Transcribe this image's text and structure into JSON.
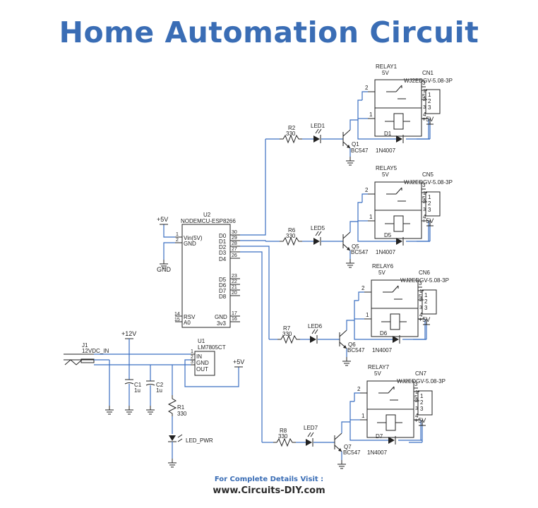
{
  "title": "Home Automation Circuit",
  "footer": {
    "line1": "For Complete Details Visit :",
    "line2": "www.Circuits-DIY.com"
  },
  "mcu": {
    "ref": "U2",
    "name": "NODEMCU-ESP8266",
    "left_pins": [
      {
        "num": "1",
        "label": "Vin(5V)"
      },
      {
        "num": "2",
        "label": "GND"
      },
      {
        "num": "14",
        "label": "RSV"
      },
      {
        "num": "15",
        "label": "A0"
      }
    ],
    "right_pins": [
      {
        "num": "30",
        "label": "D0"
      },
      {
        "num": "29",
        "label": "D1"
      },
      {
        "num": "28",
        "label": "D2"
      },
      {
        "num": "27",
        "label": "D3"
      },
      {
        "num": "26",
        "label": "D4"
      },
      {
        "num": "23",
        "label": "D5"
      },
      {
        "num": "22",
        "label": "D6"
      },
      {
        "num": "21",
        "label": "D7"
      },
      {
        "num": "20",
        "label": "D8"
      },
      {
        "num": "17",
        "label": "GND"
      },
      {
        "num": "16",
        "label": "3v3"
      }
    ],
    "supply": "+5V",
    "gnd": "GND"
  },
  "channels": [
    {
      "relay": "RELAY1",
      "relay_v": "5V",
      "cn": "CN1",
      "cn_part": "WJ2EDGV-5.08-3P",
      "res": "R2",
      "res_val": "330",
      "led": "LED1",
      "q": "Q1",
      "q_part": "BC547",
      "d": "D1",
      "d_part": "1N4007",
      "vcc": "+5V"
    },
    {
      "relay": "RELAY5",
      "relay_v": "5V",
      "cn": "CN5",
      "cn_part": "WJ2EDGV-5.08-3P",
      "res": "R6",
      "res_val": "330",
      "led": "LED5",
      "q": "Q5",
      "q_part": "BC547",
      "d": "D5",
      "d_part": "1N4007",
      "vcc": "+5V"
    },
    {
      "relay": "RELAY6",
      "relay_v": "5V",
      "cn": "CN6",
      "cn_part": "WJ2EDGV-5.08-3P",
      "res": "R7",
      "res_val": "330",
      "led": "LED6",
      "q": "Q6",
      "q_part": "BC547",
      "d": "D6",
      "d_part": "1N4007",
      "vcc": "+5V"
    },
    {
      "relay": "RELAY7",
      "relay_v": "5V",
      "cn": "CN7",
      "cn_part": "WJ2EDGV-5.08-3P",
      "res": "R8",
      "res_val": "330",
      "led": "LED7",
      "q": "Q7",
      "q_part": "BC547",
      "d": "D7",
      "d_part": "1N4007",
      "vcc": "+5V"
    }
  ],
  "power": {
    "jack": "J1",
    "jack_part": "12VDC_IN",
    "v12": "+12V",
    "reg": "U1",
    "reg_part": "LM7805CT",
    "reg_pins": [
      {
        "num": "1",
        "label": "IN"
      },
      {
        "num": "2",
        "label": "GND"
      },
      {
        "num": "3",
        "label": "OUT"
      }
    ],
    "v5": "+5V",
    "c1": "C1",
    "c1_val": "1u",
    "c2": "C2",
    "c2_val": "1u",
    "r1": "R1",
    "r1_val": "330",
    "led_pwr": "LED_PWR"
  }
}
